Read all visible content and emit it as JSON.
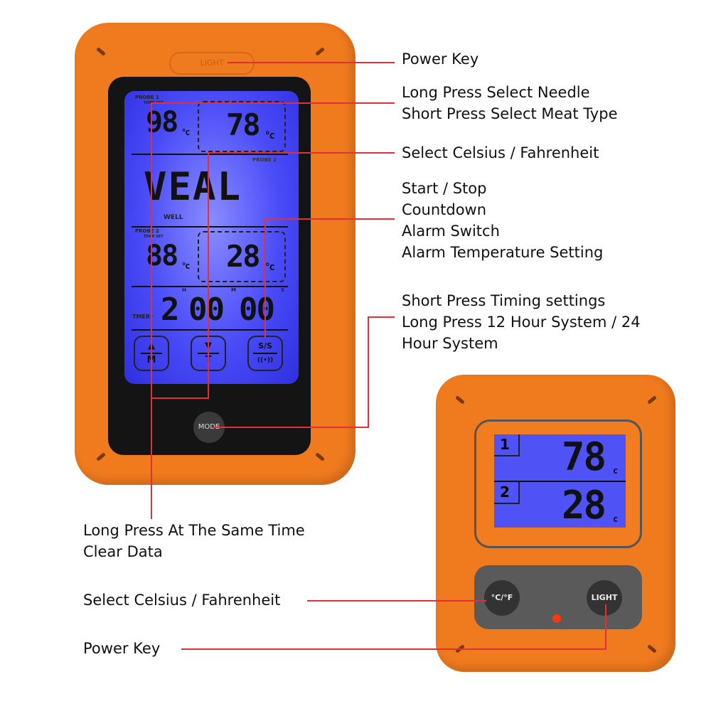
{
  "colors": {
    "body": "#f07a1e",
    "lcd": "#4a4cf8",
    "leader": "#e0303a"
  },
  "main_device": {
    "light_key": "LIGHT",
    "probe1_label": "PROBE 1",
    "probe1_temp_set_label": "TEMP SET",
    "probe1_set": "98",
    "probe1_unit": "°c",
    "probe1_temp": "78",
    "probe1_temp_unit": "°c",
    "probe2_caption": "PROBE 2",
    "meat": "VEAL",
    "doneness": "WELL",
    "probe2_label": "PROBE 2",
    "probe2_temp_set_label": "TEMP SET",
    "probe2_set": "88",
    "probe2_unit": "°c",
    "probe2_temp": "28",
    "probe2_temp_unit": "°c",
    "timer_label": "TMER▾",
    "timer_h": "2",
    "h": "H",
    "timer_m": "00",
    "m": "M",
    "timer_s": "00",
    "s": "S",
    "btn_up_top": "▲",
    "btn_up_bottom": "M",
    "btn_down_top": "▼",
    "btn_down_bottom": "T",
    "btn_ss_top": "S/S",
    "btn_ss_bottom": "((•))",
    "mode_key": "MODE"
  },
  "small_device": {
    "ch1": "1",
    "ch1_temp": "78",
    "ch1_unit": "c",
    "ch2": "2",
    "ch2_temp": "28",
    "ch2_unit": "c",
    "unit_key": "°C/°F",
    "light_key": "LIGHT"
  },
  "labels": {
    "power_key_1": "Power Key",
    "needle_1": "Long Press Select Needle",
    "needle_2": "Short Press Select Meat Type",
    "celsius_1": "Select Celsius / Fahrenheit",
    "ss_1": "Start / Stop",
    "ss_2": "Countdown",
    "ss_3": "Alarm Switch",
    "ss_4": "Alarm Temperature Setting",
    "mode_1": "Short Press Timing settings",
    "mode_2": "Long Press 12 Hour System / 24",
    "mode_3": "Hour System",
    "clear_1": "Long Press At The Same Time",
    "clear_2": "Clear Data",
    "celsius_2": "Select Celsius / Fahrenheit",
    "power_key_2": "Power Key"
  }
}
